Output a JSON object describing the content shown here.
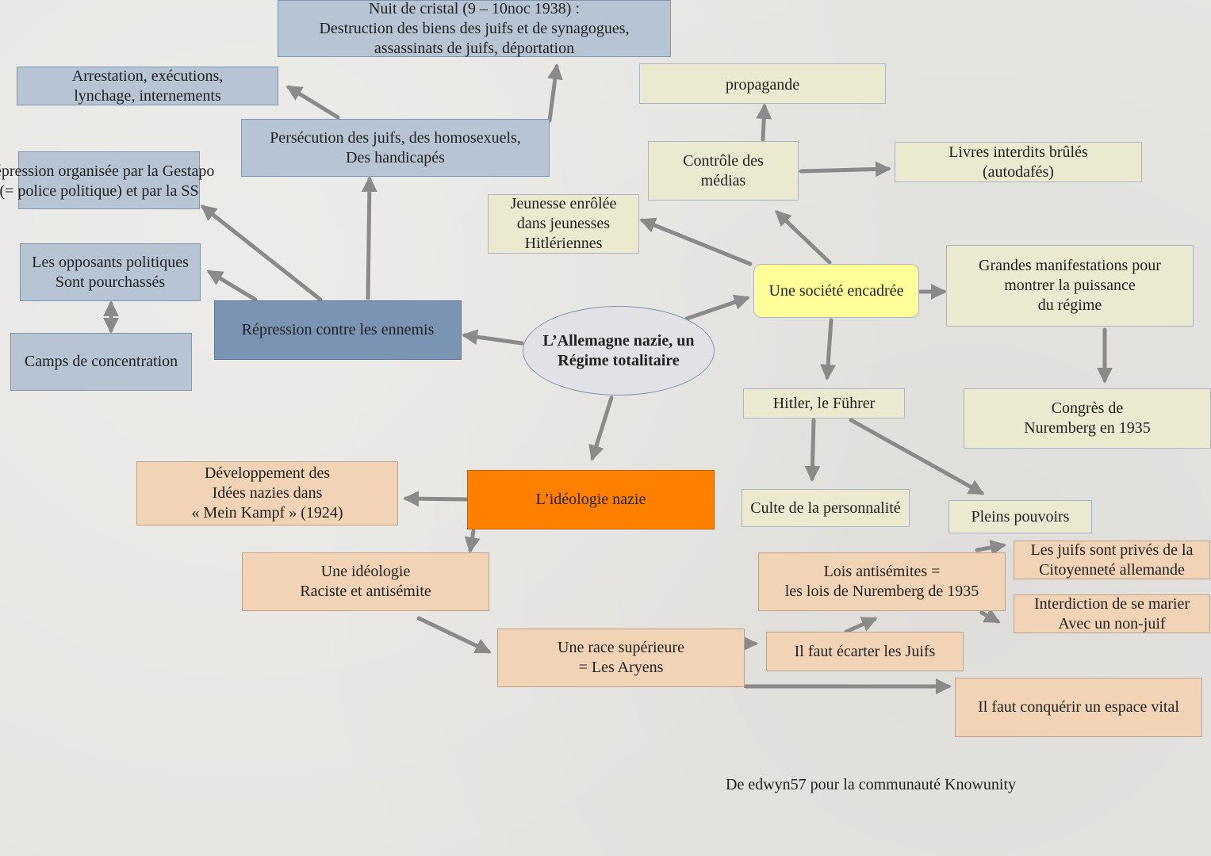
{
  "center": {
    "label": "L’Allemagne nazie, un\nRégime totalitaire"
  },
  "repression": {
    "main": "Répression contre les ennemis",
    "nuit_cristal": "Nuit de cristal (9 – 10noc 1938) :\nDestruction des biens des juifs et de synagogues,\nassassinats de juifs, déportation",
    "arrestation": "Arrestation, exécutions,\nlynchage, internements",
    "persecution": "Persécution des juifs, des homosexuels,\nDes handicapés",
    "gestapo": "Répression organisée par la Gestapo\n(= police politique) et par la SS",
    "opposants": "Les opposants politiques\nSont pourchassés",
    "camps": "Camps de concentration"
  },
  "societe": {
    "main": "Une société encadrée",
    "propagande": "propagande",
    "controle": "Contrôle des\nmédias",
    "livres": "Livres interdits brûlés\n(autodafés)",
    "jeunesse": "Jeunesse enrôlée\ndans jeunesses\nHitlériennes",
    "manifestations": "Grandes manifestations pour\nmontrer la puissance\ndu régime",
    "congres": "Congrès de\nNuremberg en 1935",
    "hitler": "Hitler, le Führer",
    "culte": "Culte de la personnalité",
    "pleins_pouvoirs": "Pleins pouvoirs"
  },
  "ideologie": {
    "main": "L’idéologie nazie",
    "mein_kampf": "Développement des\nIdées nazies dans\n« Mein Kampf » (1924)",
    "raciste": "Une idéologie\nRaciste et antisémite",
    "race": "Une race supérieure\n= Les Aryens",
    "ecarter": "Il faut écarter les Juifs",
    "lois": "Lois antisémites =\nles lois de Nuremberg de 1935",
    "citoyennete": "Les juifs sont privés de la\nCitoyenneté allemande",
    "mariage": "Interdiction de se marier\nAvec un non-juif",
    "espace_vital": "Il faut conquérir un espace vital"
  },
  "credit": "De edwyn57 pour la communauté Knowunity",
  "colors": {
    "connector": "#8a8a8a",
    "blue": "#b6c4d3",
    "blue_dark": "#7b94b3",
    "cream": "#ebead0",
    "yellow": "#ffff99",
    "peach": "#f2d3b6",
    "orange": "#ff7f00"
  }
}
